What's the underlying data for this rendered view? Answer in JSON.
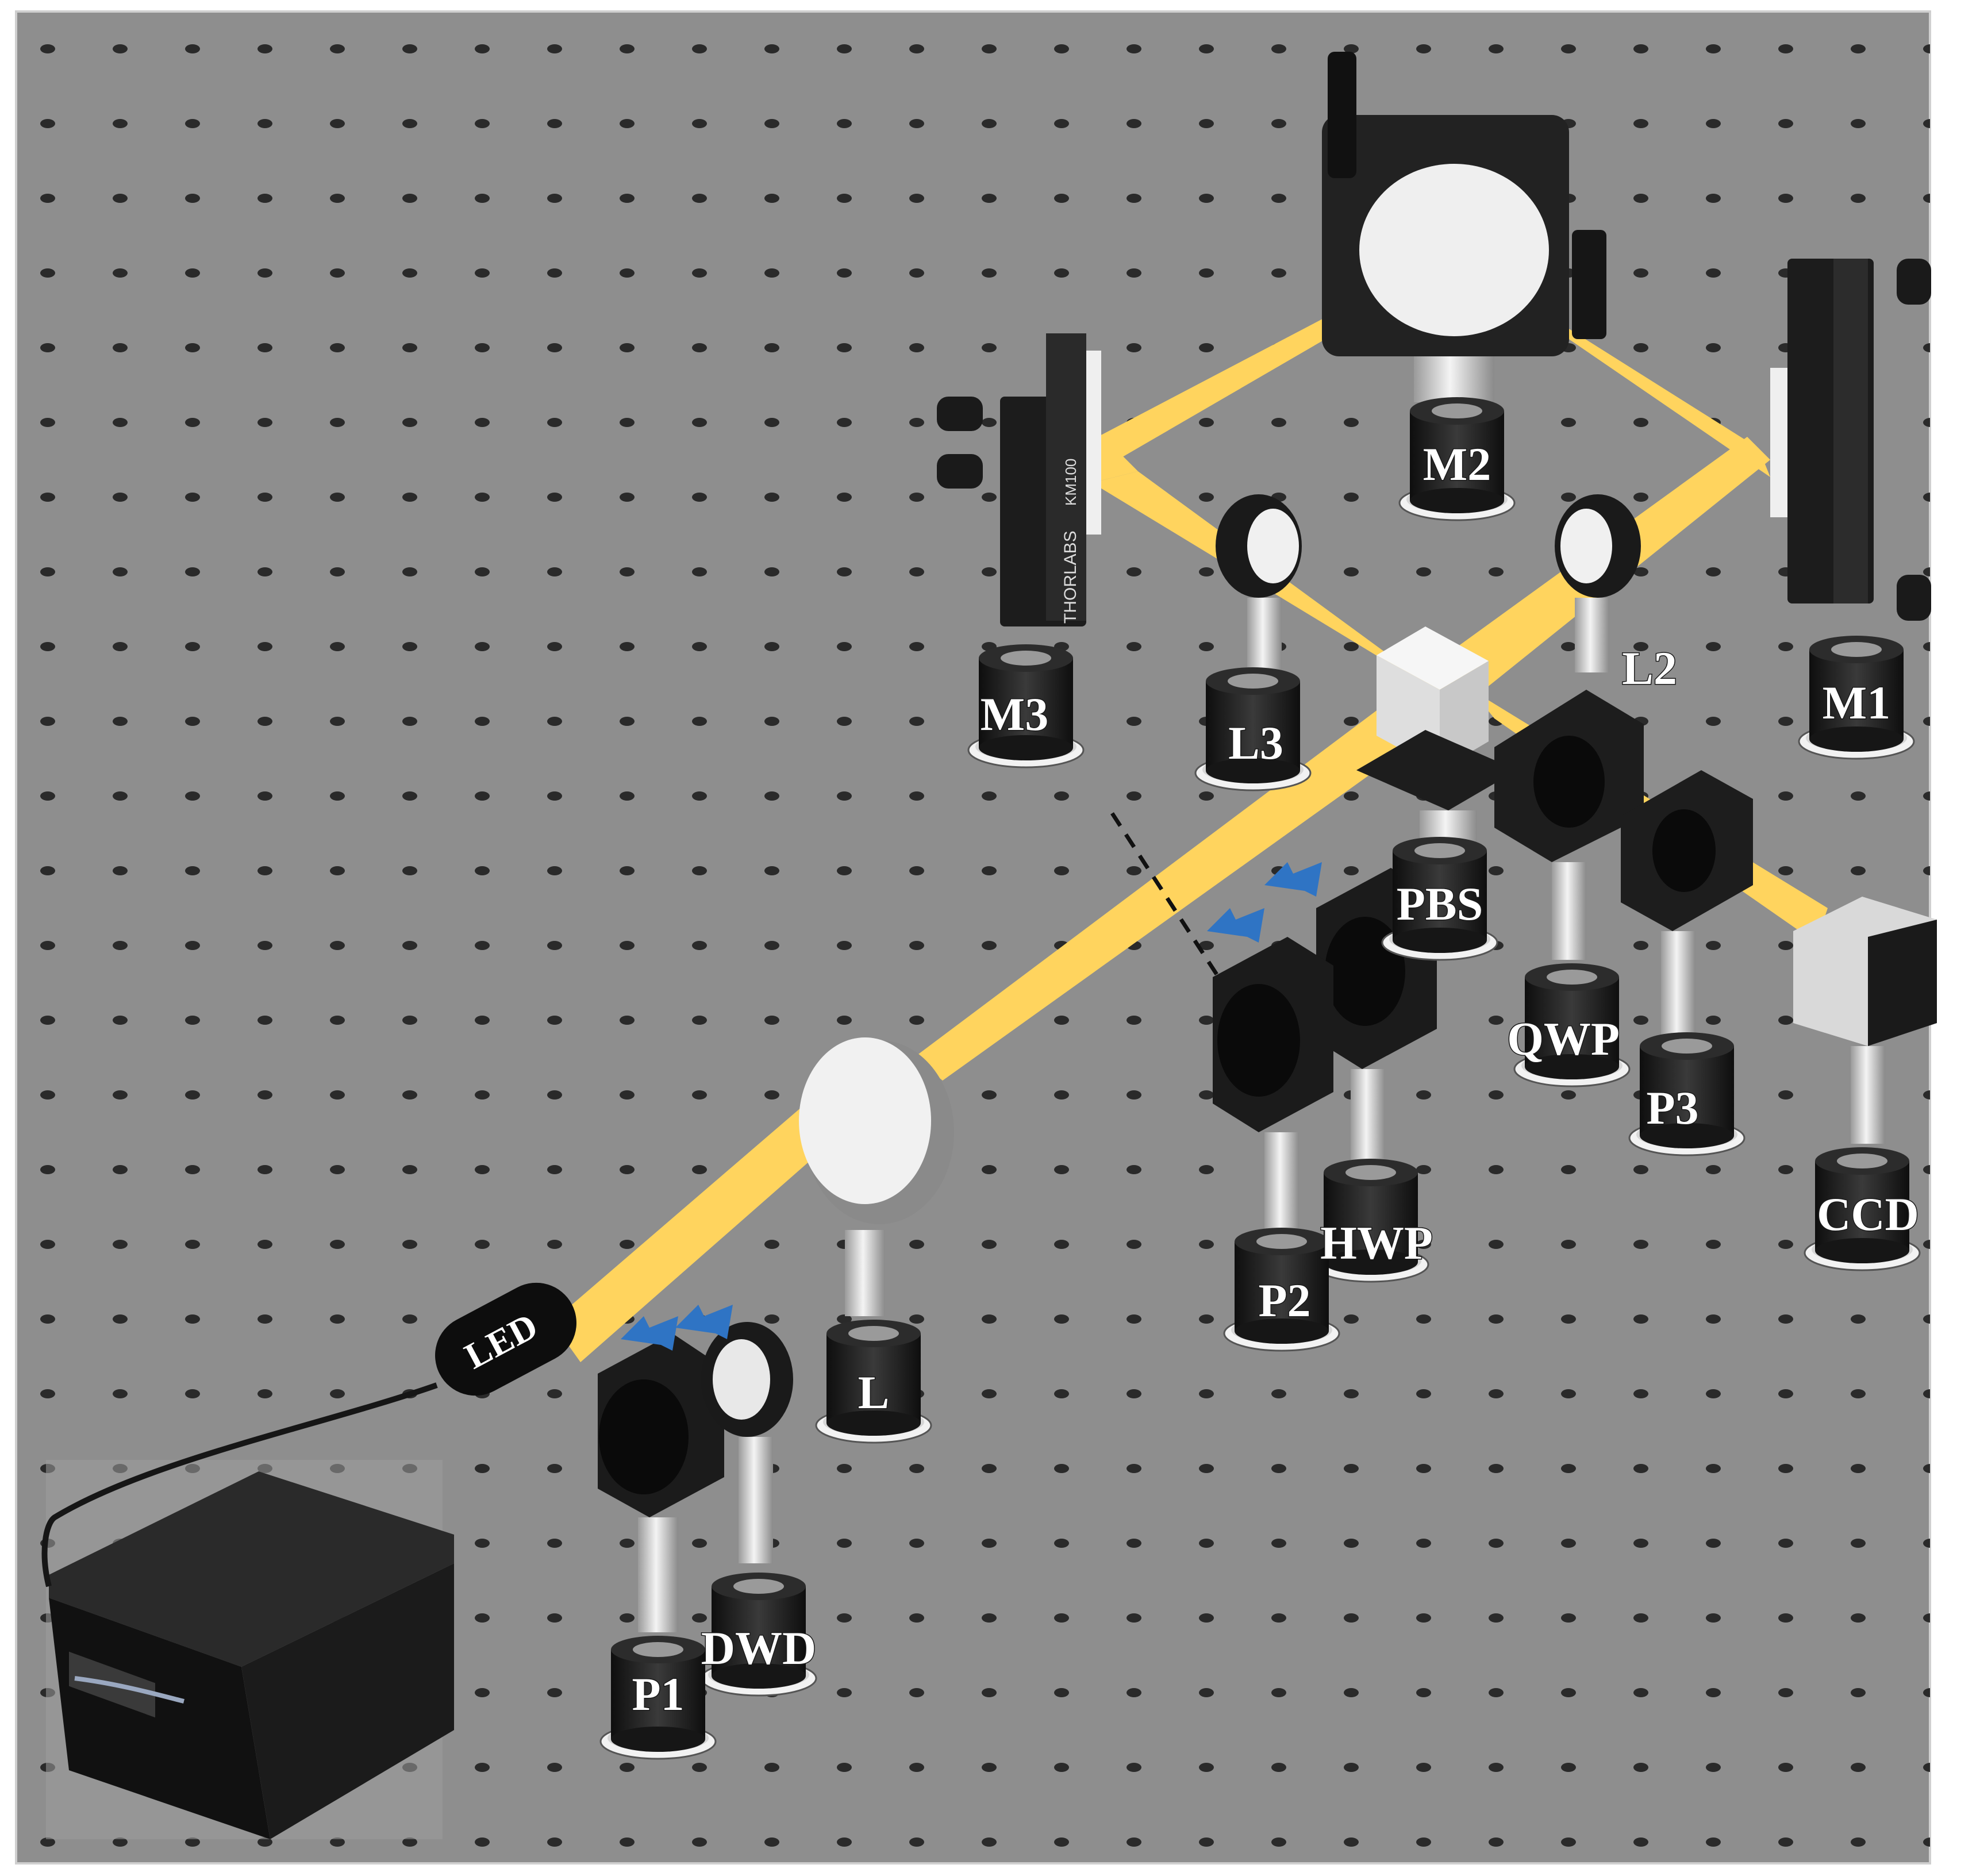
{
  "colors": {
    "table": "#8e8e8e",
    "hole": "#2a2a2a",
    "beam": "#ffd45e",
    "hardware": "#1c1c1c",
    "post": "#dcdcdc",
    "arrow": "#2f74c4"
  },
  "labels": {
    "led": "LED",
    "m1": "M1",
    "m2": "M2",
    "m3": "M3",
    "l": "L",
    "l2": "L2",
    "l3": "L3",
    "pbs": "PBS",
    "qwp": "QWP",
    "hwp": "HWP",
    "p1": "P1",
    "p2": "P2",
    "p3": "P3",
    "dwd": "DWD",
    "ccd": "CCD"
  },
  "device_markings": {
    "mount_brand": "THORLABS",
    "mount_model": "KM100"
  }
}
